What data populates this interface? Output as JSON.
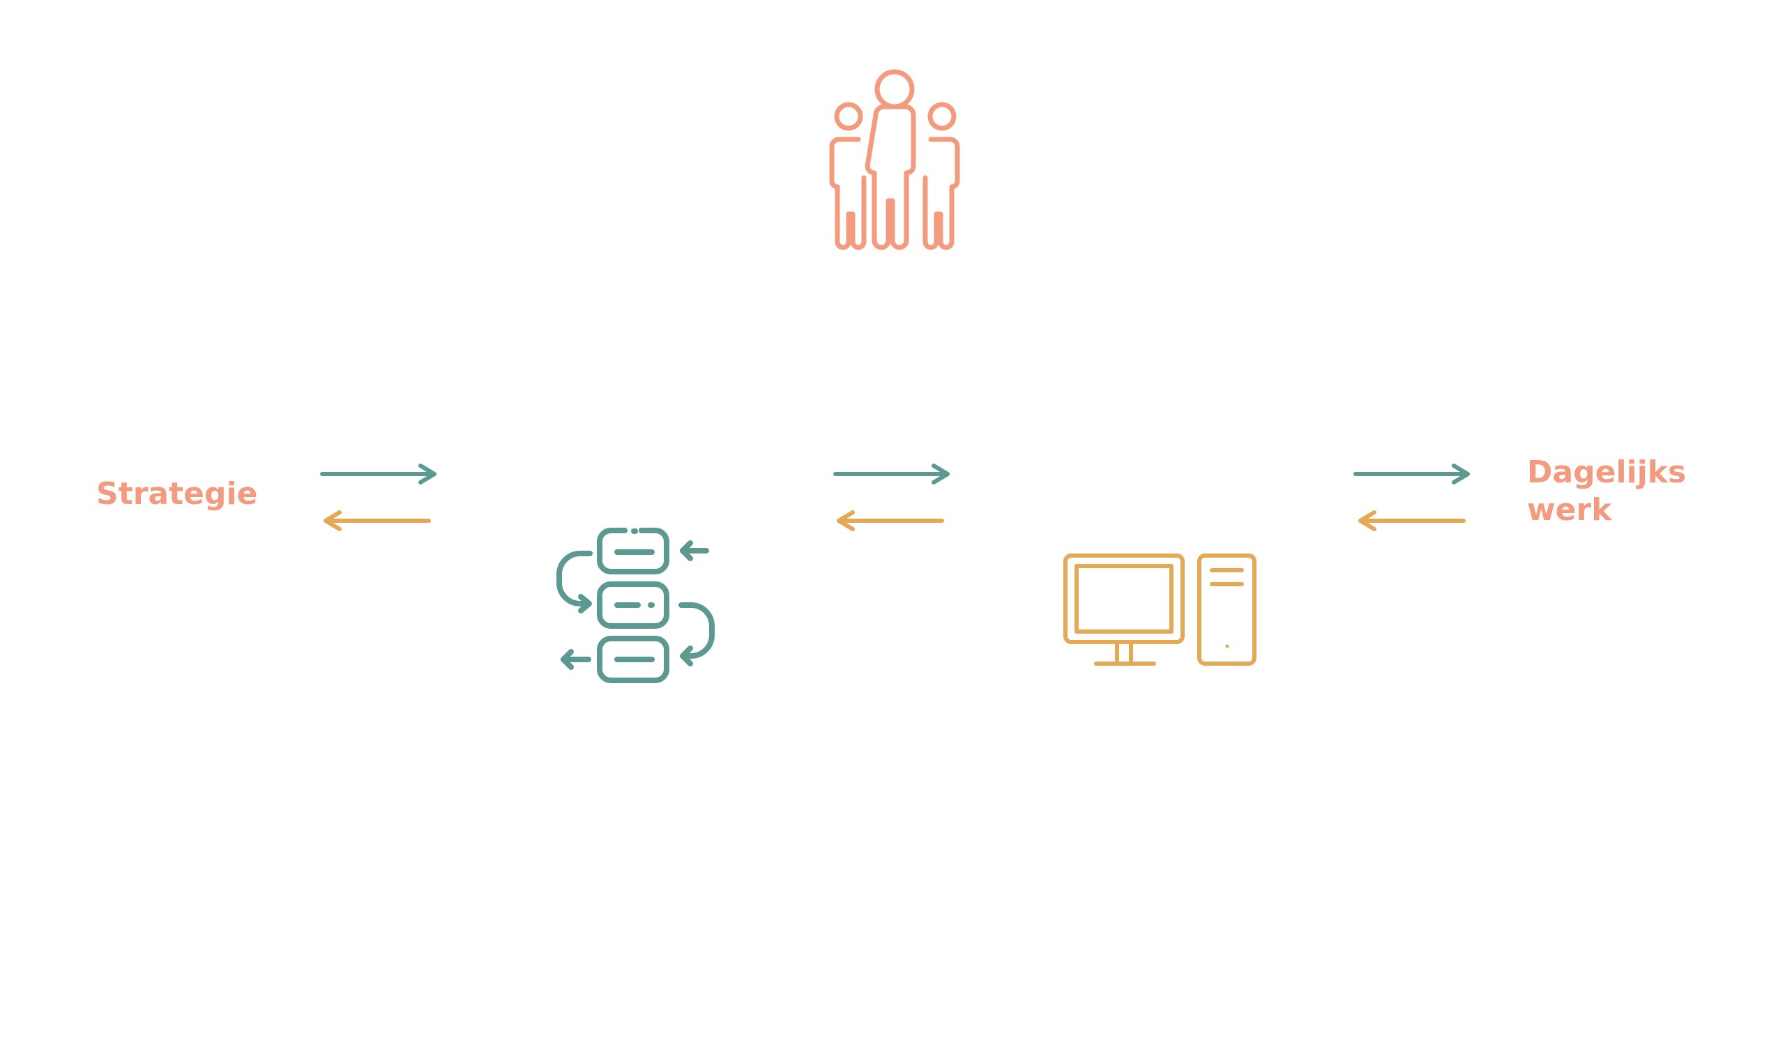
{
  "labels": {
    "left": "Strategie",
    "right_line1": "Dagelijks",
    "right_line2": "werk"
  },
  "colors": {
    "salmon": "#F29B7E",
    "teal": "#5C9A91",
    "gold": "#E3A955",
    "background": "#FFFFFF"
  },
  "icons": {
    "top": "people-group-icon",
    "middle_left": "server-data-flow-icon",
    "middle_right": "desktop-computer-icon"
  }
}
